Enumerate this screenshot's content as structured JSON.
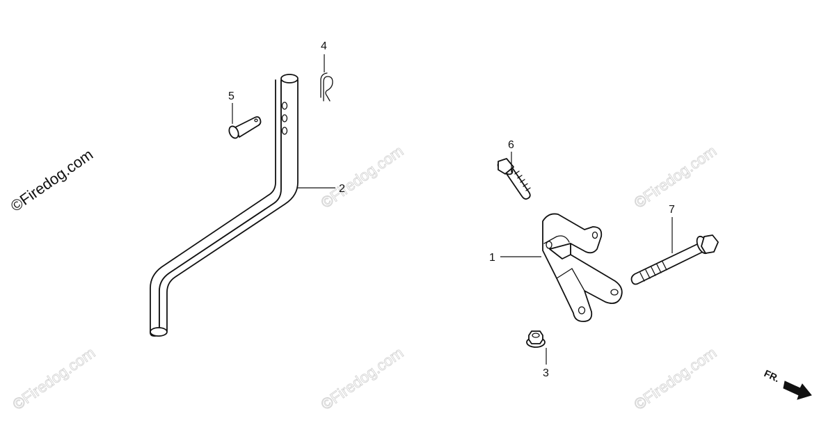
{
  "watermark": {
    "text": "©Firedog.com"
  },
  "callouts": {
    "c1": "1",
    "c2": "2",
    "c3": "3",
    "c4": "4",
    "c5": "5",
    "c6": "6",
    "c7": "7"
  },
  "direction": {
    "label": "FR."
  },
  "colors": {
    "line": "#111111",
    "watermark": "#d4d4d4",
    "background": "#ffffff"
  }
}
